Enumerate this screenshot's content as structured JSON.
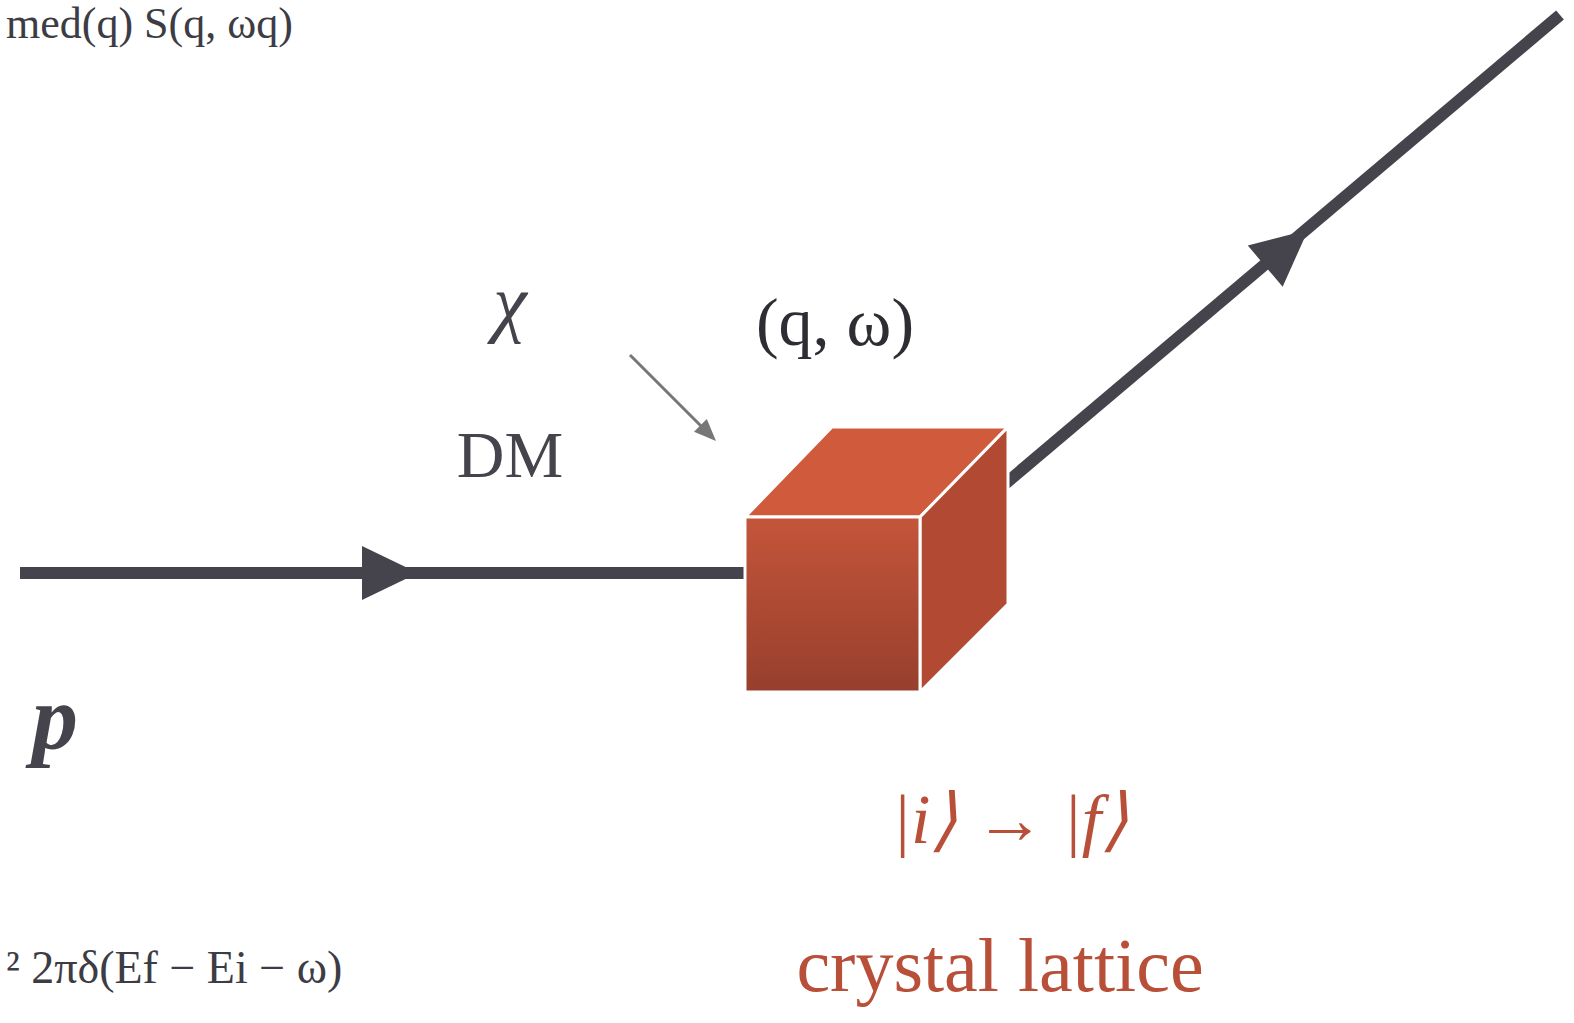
{
  "diagram": {
    "nodes": [
      {
        "text": [
          "|i⟩ → |f⟩",
          "crystal lattice"
        ]
      }
    ],
    "labels": [
      "med(q) S(q, ωq)",
      "χ",
      "(q, ω)",
      "DM",
      "p",
      "² 2πδ(Ef − Ei − ω)"
    ]
  }
}
